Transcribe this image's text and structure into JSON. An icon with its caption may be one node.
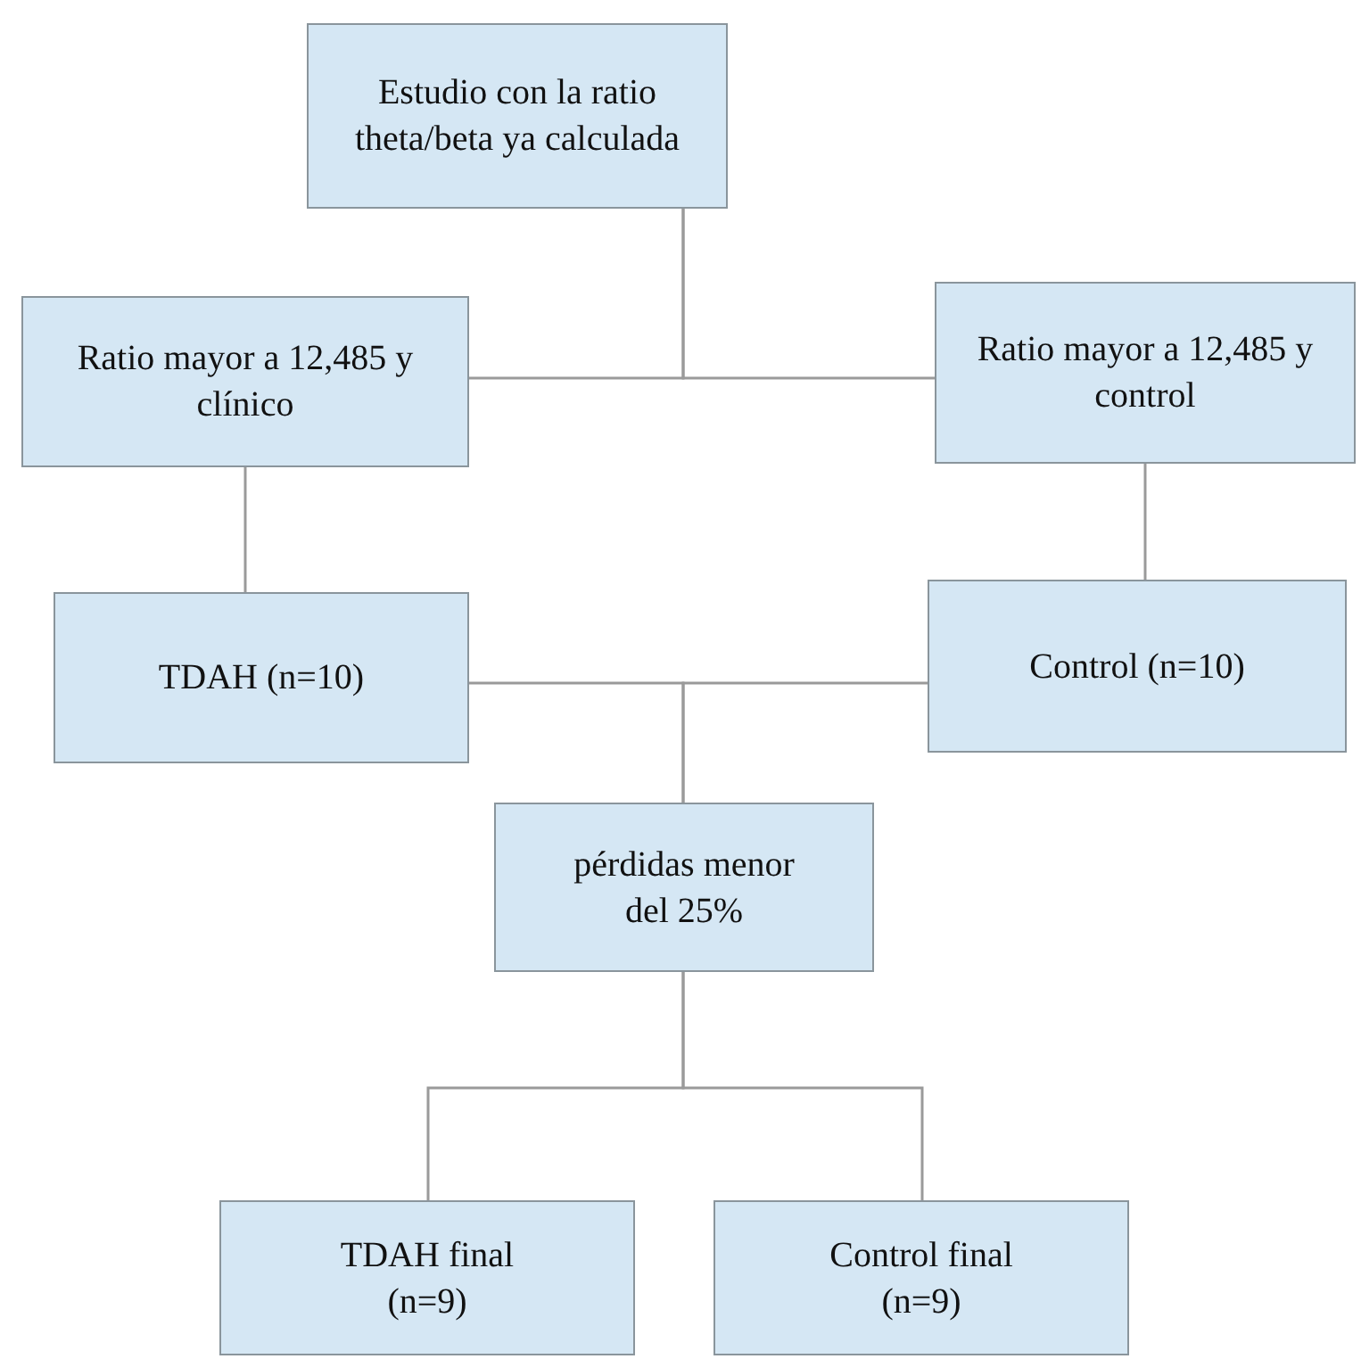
{
  "diagram": {
    "nodes": [
      {
        "text": [
          "Estudio con la ratio theta/beta ya calculada"
        ]
      },
      {
        "text": [
          "Ratio mayor a 12,485 y clínico"
        ]
      },
      {
        "text": [
          "Ratio mayor a 12,485 y control"
        ]
      },
      {
        "text": [
          "TDAH (n=10)"
        ]
      },
      {
        "text": [
          "Control (n=10)"
        ]
      },
      {
        "text": [
          "pérdidas menor del 25%"
        ]
      },
      {
        "text": [
          "TDAH final (n=9)"
        ]
      },
      {
        "text": [
          "Control final (n=9)"
        ]
      }
    ],
    "edges": [
      {
        "from": 0,
        "to": 1,
        "arrow": "none"
      },
      {
        "from": 0,
        "to": 2,
        "arrow": "none"
      },
      {
        "from": 1,
        "to": 3,
        "arrow": "none"
      },
      {
        "from": 2,
        "to": 4,
        "arrow": "none"
      },
      {
        "from": 3,
        "to": 5,
        "arrow": "none"
      },
      {
        "from": 4,
        "to": 5,
        "arrow": "none"
      },
      {
        "from": 5,
        "to": 6,
        "arrow": "none"
      },
      {
        "from": 5,
        "to": 7,
        "arrow": "none"
      }
    ]
  }
}
